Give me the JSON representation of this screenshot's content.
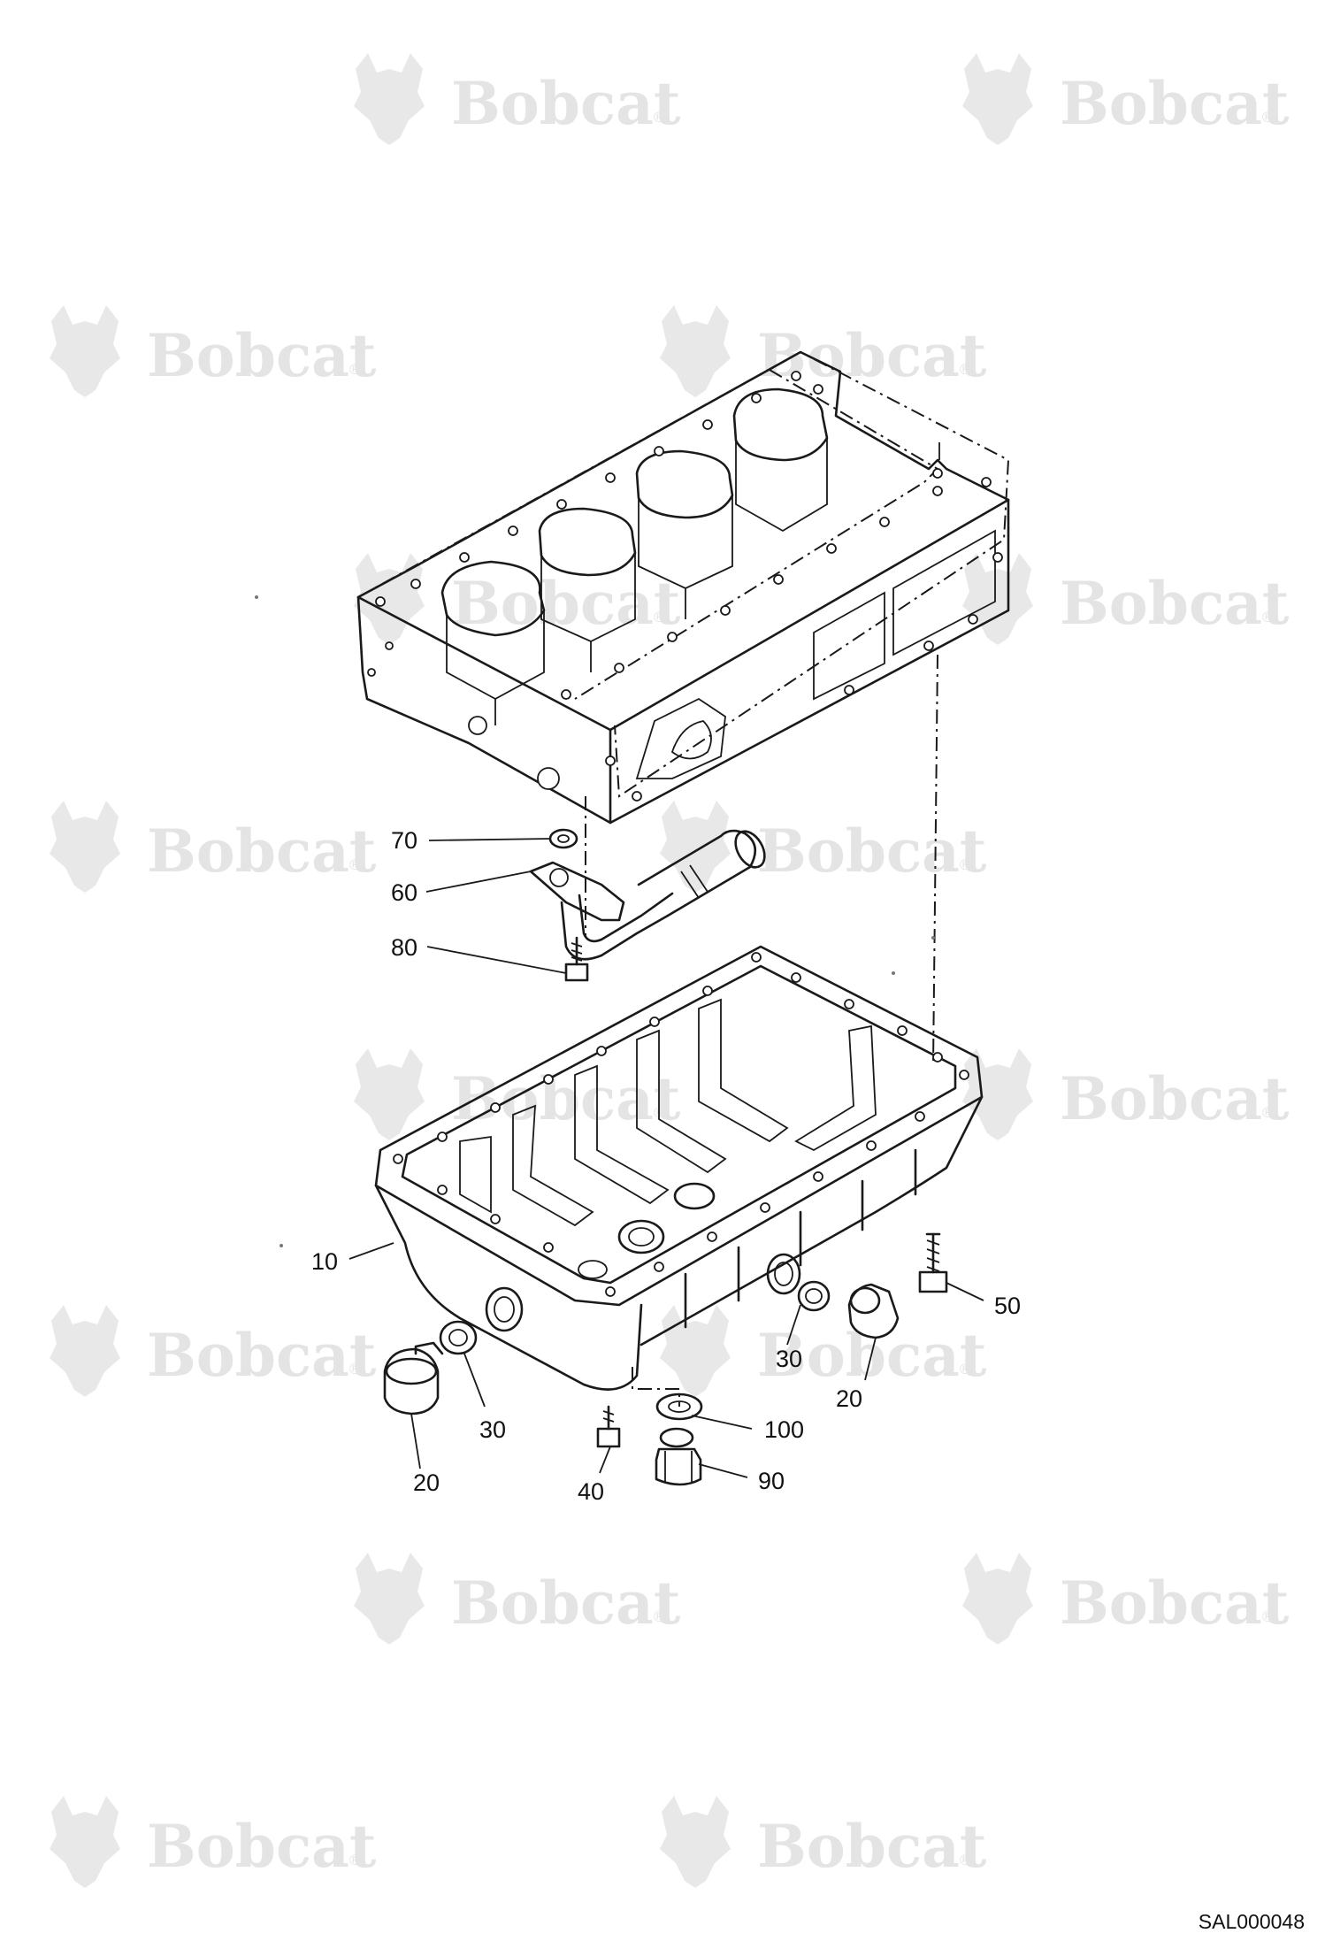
{
  "watermark": {
    "brand": "Bobcat",
    "mark": "®"
  },
  "callouts": {
    "c10": "10",
    "c20_left": "20",
    "c20_right": "20",
    "c30_left": "30",
    "c30_right": "30",
    "c40": "40",
    "c50": "50",
    "c60": "60",
    "c70": "70",
    "c80": "80",
    "c90": "90",
    "c100": "100"
  },
  "figure_ref": "SAL000048",
  "colors": {
    "line": "#1a1a1a",
    "watermark": "#e4e4e4",
    "background": "#ffffff"
  }
}
